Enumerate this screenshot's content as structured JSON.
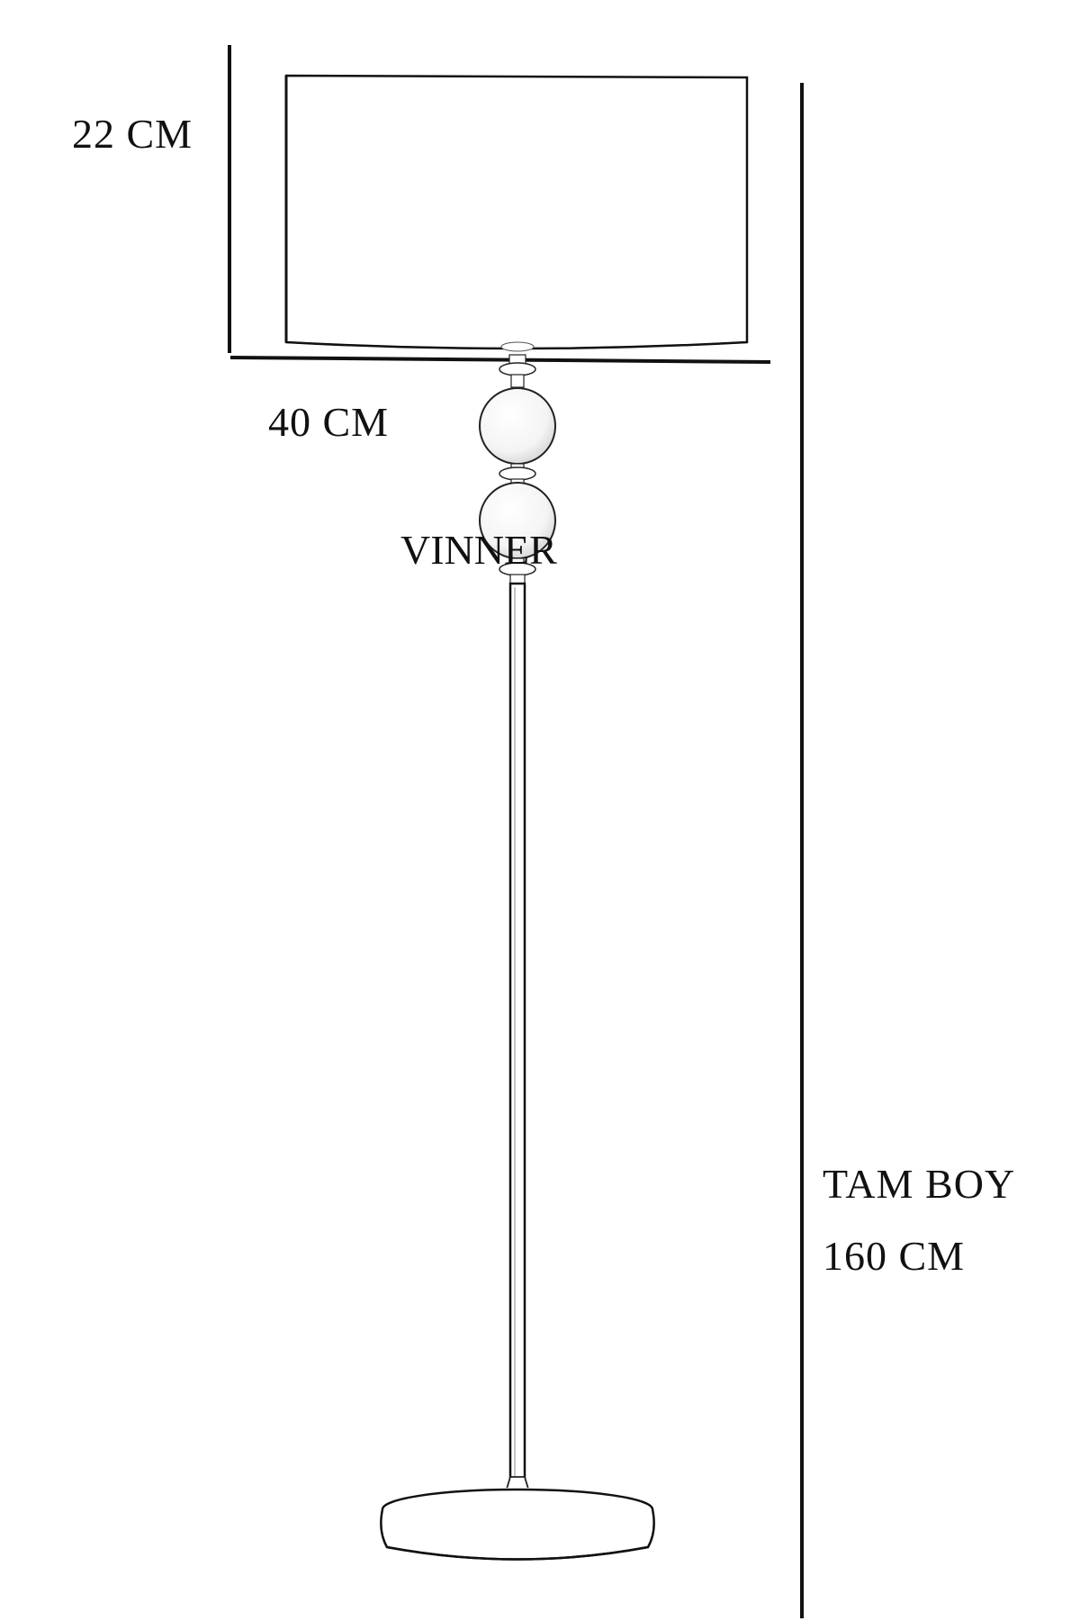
{
  "product": {
    "name": "VINNER"
  },
  "dimensions": {
    "shade_height": "22 CM",
    "shade_width": "40 CM",
    "total_height_title": "TAM BOY",
    "total_height_value": "160 CM"
  },
  "colors": {
    "line": "#111111",
    "background": "#ffffff"
  }
}
